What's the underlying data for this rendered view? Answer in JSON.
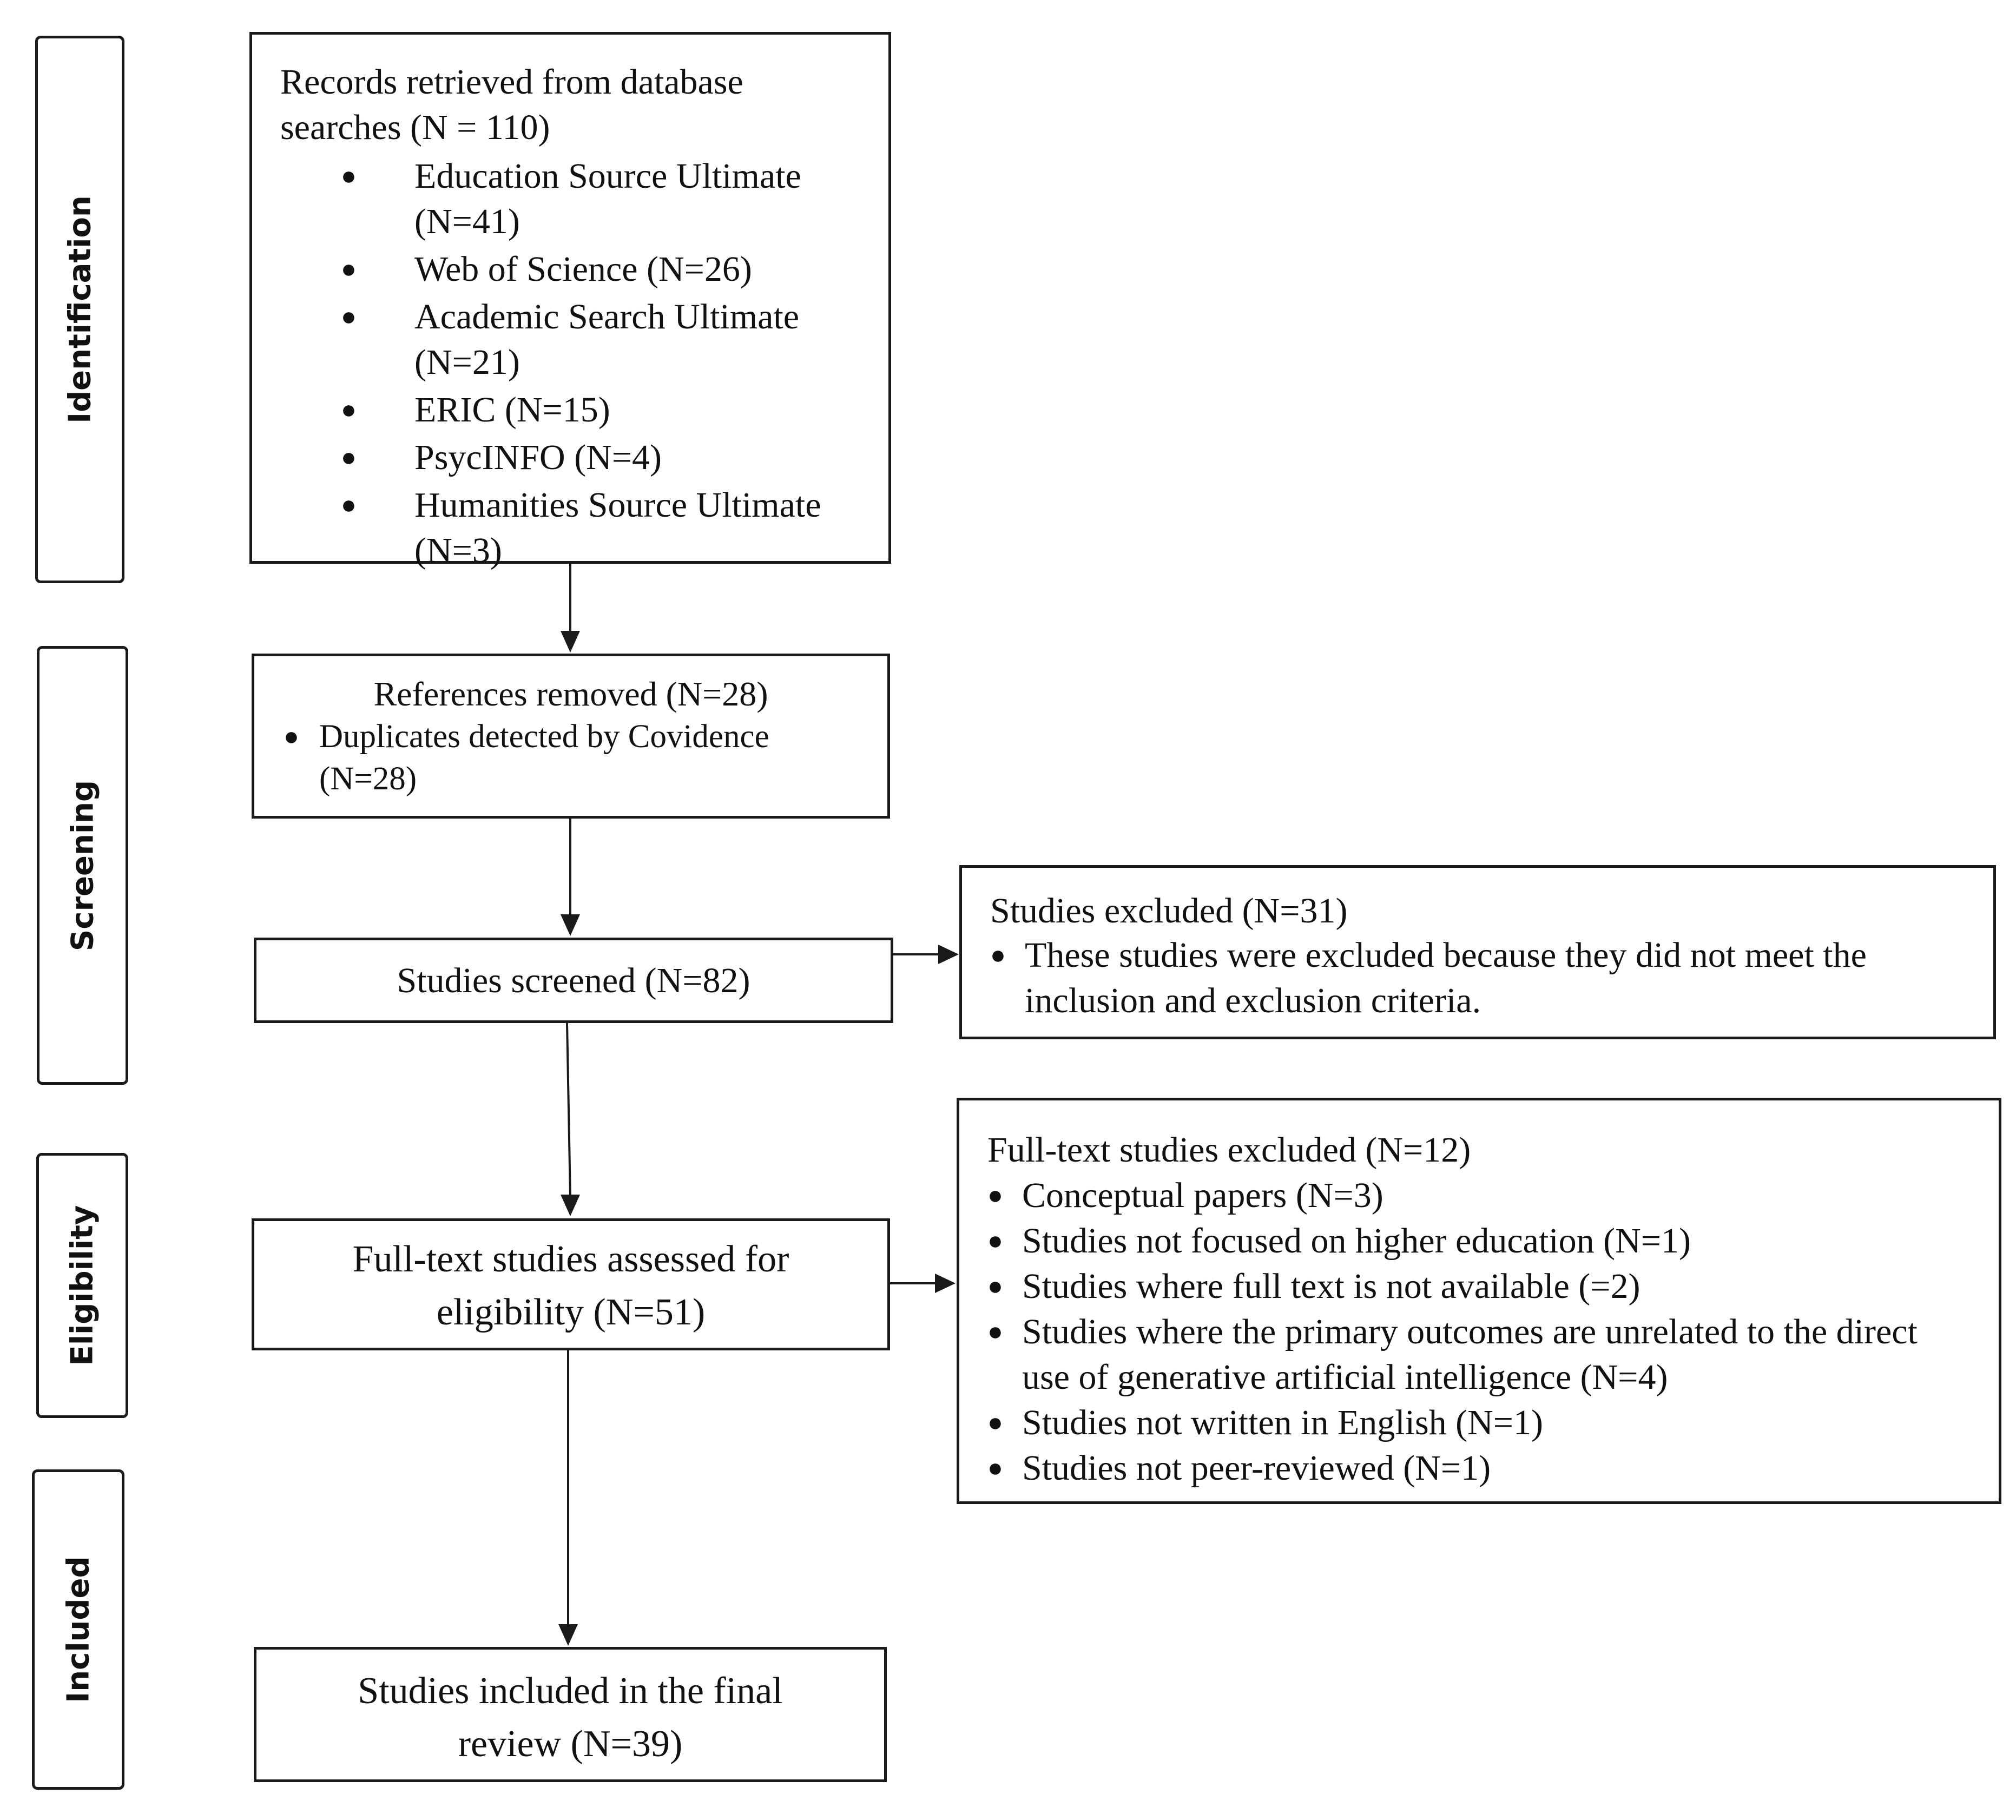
{
  "phases": {
    "identification": "Identification",
    "screening": "Screening",
    "eligibility": "Eligibility",
    "included": "Included"
  },
  "records": {
    "title": "Records retrieved from database searches (N = 110)",
    "items": [
      "Education Source Ultimate (N=41)",
      "Web of Science (N=26)",
      "Academic Search Ultimate (N=21)",
      "ERIC (N=15)",
      "PsycINFO (N=4)",
      "Humanities Source Ultimate (N=3)"
    ]
  },
  "removed": {
    "title": "References removed (N=28)",
    "items": [
      "Duplicates detected by Covidence (N=28)"
    ]
  },
  "screened": {
    "title": "Studies screened (N=82)"
  },
  "excluded": {
    "title": "Studies excluded (N=31)",
    "items": [
      "These studies were excluded because they did not meet the inclusion and exclusion criteria."
    ]
  },
  "assessed": {
    "title": "Full-text studies assessed for eligibility (N=51)"
  },
  "fulltext_excluded": {
    "title": "Full-text studies excluded (N=12)",
    "items": [
      "Conceptual papers (N=3)",
      "Studies not focused on higher education (N=1)",
      "Studies where full text is not available (=2)",
      "Studies where the primary outcomes are unrelated to the direct use of generative artificial intelligence (N=4)",
      "Studies not written in English (N=1)",
      "Studies not peer-reviewed (N=1)"
    ]
  },
  "included": {
    "title": "Studies included in the final review (N=39)"
  },
  "colors": {
    "line": "#1a1a1a",
    "text": "#111111"
  }
}
